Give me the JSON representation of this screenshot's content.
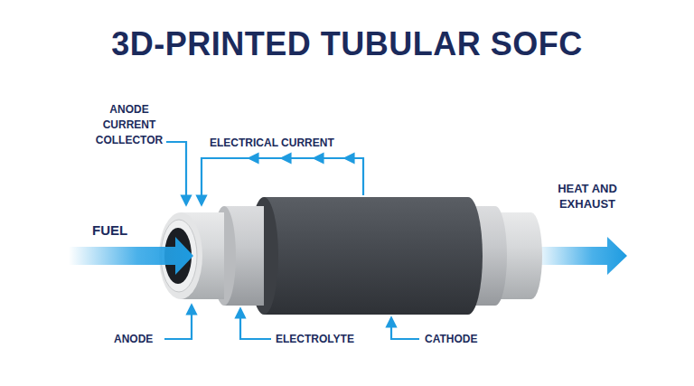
{
  "diagram": {
    "title": "3D-PRINTED TUBULAR SOFC",
    "labels": [
      "ANODE CURRENT COLLECTOR",
      "ELECTRICAL CURRENT",
      "FUEL",
      "HEAT AND EXHAUST",
      "ANODE",
      "ELECTROLYTE",
      "CATHODE"
    ]
  }
}
